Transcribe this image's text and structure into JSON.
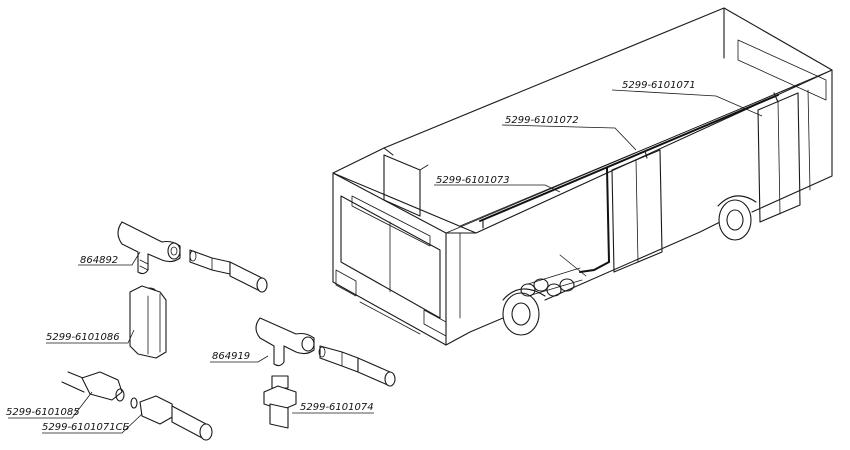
{
  "colors": {
    "line": "#1a1a1a",
    "background": "#ffffff"
  },
  "labels": {
    "tube_1071": "5299-6101071",
    "tube_1072": "5299-6101072",
    "tube_1073": "5299-6101073",
    "tee_864892": "864892",
    "coupling_1086": "5299-6101086",
    "tee_864919": "864919",
    "fitting_1085": "5299-6101085",
    "fitting_1071sb": "5299-6101071СБ",
    "fitting_1074": "5299-6101074"
  }
}
